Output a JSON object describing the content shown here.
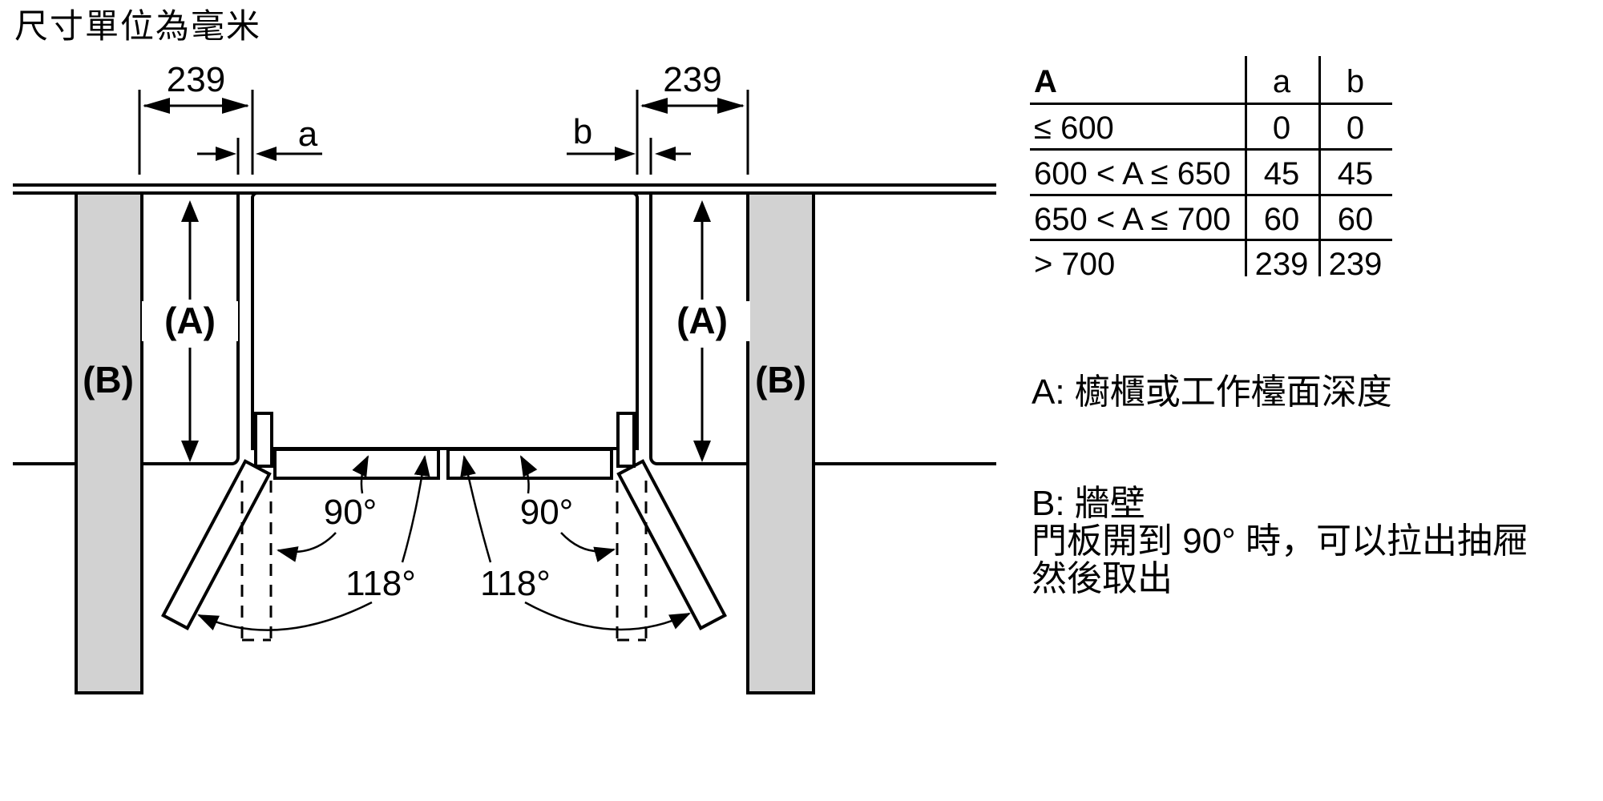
{
  "note_units": "尺寸單位為毫米",
  "diagram": {
    "dim_left": "239",
    "dim_right": "239",
    "gap_a_label": "a",
    "gap_b_label": "b",
    "cabinet_depth_left": "(A)",
    "cabinet_depth_right": "(A)",
    "wall_left": "(B)",
    "wall_right": "(B)",
    "angle_open_90_left": "90°",
    "angle_open_90_right": "90°",
    "angle_open_118_left": "118°",
    "angle_open_118_right": "118°"
  },
  "table": {
    "header": {
      "col1": "A",
      "col2": "a",
      "col3": "b"
    },
    "rows": [
      {
        "range": "≤ 600",
        "a": "0",
        "b": "0"
      },
      {
        "range": "600 < A ≤ 650",
        "a": "45",
        "b": "45"
      },
      {
        "range": "650 < A ≤ 700",
        "a": "60",
        "b": "60"
      },
      {
        "range": "> 700",
        "a": "239",
        "b": "239"
      }
    ]
  },
  "legend": {
    "a_note": "A: 櫥櫃或工作檯面深度",
    "b_note_line1": "B: 牆壁",
    "b_note_line2": "門板開到 90° 時，可以拉出抽屜",
    "b_note_line3": "然後取出"
  },
  "colors": {
    "line": "#000000",
    "wall_fill": "#d2d2d2",
    "background": "#ffffff"
  }
}
